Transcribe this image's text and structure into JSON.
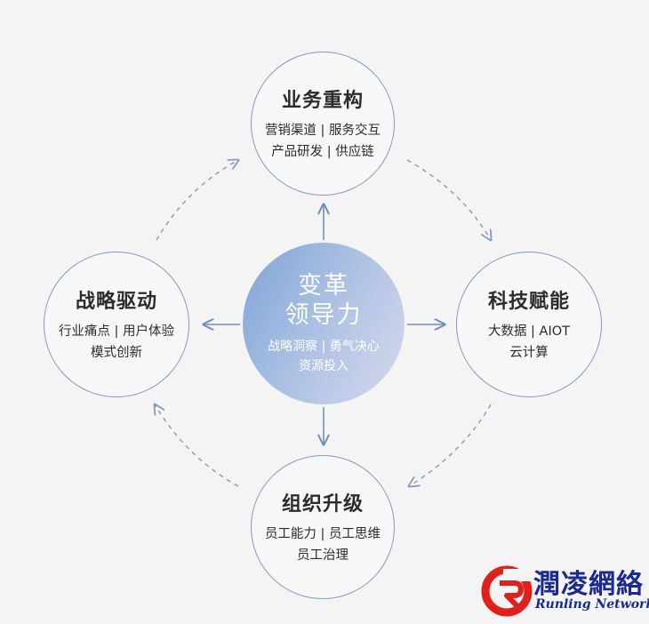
{
  "center": {
    "title_line1": "变革",
    "title_line2": "领导力",
    "line1": "战略洞察 | 勇气决心",
    "line2": "资源投入"
  },
  "nodes": {
    "top": {
      "title": "业务重构",
      "line1": "营销渠道 | 服务交互",
      "line2": "产品研发 | 供应链"
    },
    "right": {
      "title": "科技赋能",
      "line1": "大数据 | AIOT",
      "line2": "云计算"
    },
    "bottom": {
      "title": "组织升级",
      "line1": "员工能力 | 员工思维",
      "line2": "员工治理"
    },
    "left": {
      "title": "战略驱动",
      "line1": "行业痛点 | 用户体验",
      "line2": "模式创新"
    }
  },
  "watermark": {
    "name_cn": "潤凌網絡",
    "name_en": "Runling Network"
  },
  "colors": {
    "circle_border": "#7f9cbf",
    "arrow": "#6f8fb8",
    "logo_red": "#e0201d",
    "logo_blue": "#1a2a8f"
  }
}
